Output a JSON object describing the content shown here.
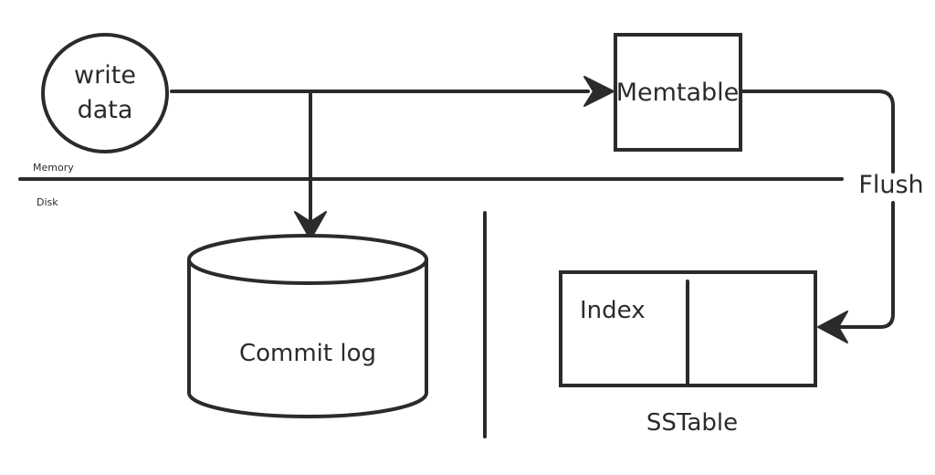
{
  "nodes": {
    "write_data": {
      "line1": "write",
      "line2": "data"
    },
    "memtable": {
      "label": "Memtable"
    },
    "commit_log": {
      "label": "Commit log"
    },
    "sstable": {
      "index_label": "Index",
      "caption": "SSTable"
    }
  },
  "regions": {
    "memory": "Memory",
    "disk": "Disk"
  },
  "edges": {
    "flush": "Flush"
  },
  "colors": {
    "stroke": "#2b2b2b",
    "background": "#ffffff"
  }
}
